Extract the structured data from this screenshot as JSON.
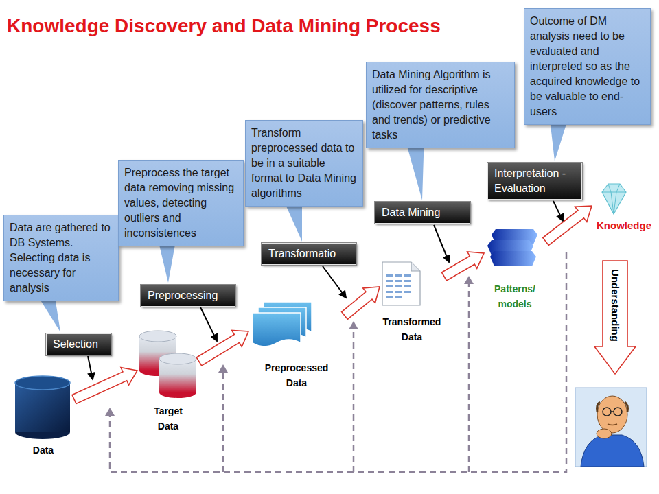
{
  "diagram": {
    "title": "Knowledge Discovery and Data Mining Process",
    "nodes": [
      {
        "text": [
          "Data are gathered to DB Systems. Selecting data is necessary for analysis"
        ]
      },
      {
        "text": [
          "Selection"
        ]
      },
      {
        "text": [
          "Data"
        ]
      },
      {
        "text": [
          "Target Data"
        ]
      },
      {
        "text": [
          "Preprocess the target data removing missing values, detecting outliers and inconsistences"
        ]
      },
      {
        "text": [
          "Preprocessing"
        ]
      },
      {
        "text": [
          "Preprocessed Data"
        ]
      },
      {
        "text": [
          "Transform preprocessed data to be in a suitable format to Data Mining algorithms"
        ]
      },
      {
        "text": [
          "Transformatio"
        ]
      },
      {
        "text": [
          "Transformed Data"
        ]
      },
      {
        "text": [
          "Data Mining Algorithm is utilized for descriptive (discover patterns, rules and trends) or predictive tasks"
        ]
      },
      {
        "text": [
          "Data Mining"
        ]
      },
      {
        "text": [
          "Patterns/ models"
        ]
      },
      {
        "text": [
          "Outcome of DM analysis need to be evaluated and interpreted so as the acquired knowledge to be valuable to end-users"
        ]
      },
      {
        "text": [
          "Interpretation - Evaluation"
        ]
      },
      {
        "text": [
          "Knowledge"
        ]
      }
    ],
    "edges": [
      {
        "from": 2,
        "to": 3,
        "arrow": "to"
      },
      {
        "from": 3,
        "to": 6,
        "arrow": "to"
      },
      {
        "from": 6,
        "to": 9,
        "arrow": "to"
      },
      {
        "from": 9,
        "to": 12,
        "arrow": "to"
      },
      {
        "from": 12,
        "to": 15,
        "arrow": "to"
      }
    ],
    "labels": [
      "Understanding"
    ]
  }
}
